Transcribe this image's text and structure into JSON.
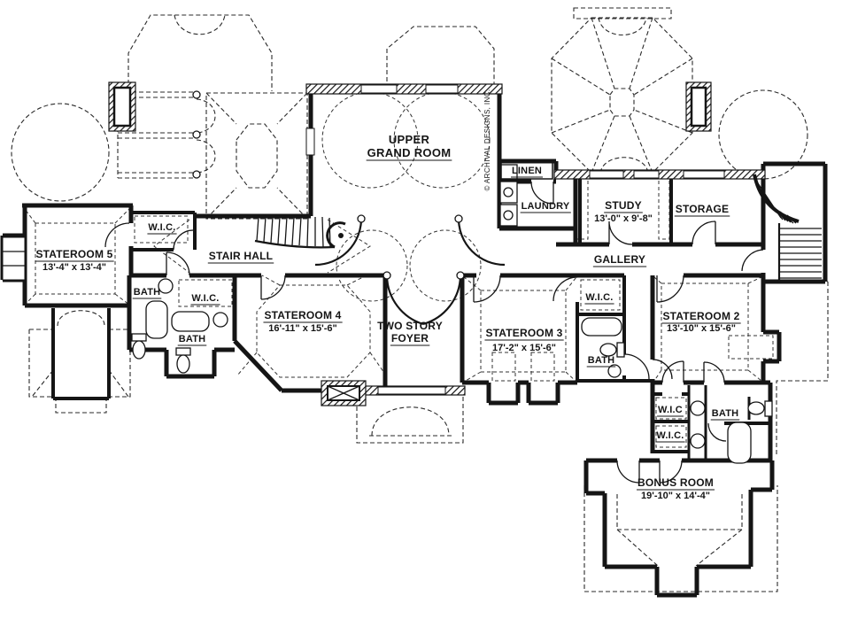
{
  "meta": {
    "copyright": "© ARCHIVAL DESIGNS, INC.",
    "ink_color": "#151515",
    "background_color": "#ffffff"
  },
  "rooms": {
    "grand_room": {
      "line1": "UPPER",
      "line2": "GRAND ROOM"
    },
    "linen": {
      "name": "LINEN"
    },
    "laundry": {
      "name": "LAUNDRY"
    },
    "study": {
      "name": "STUDY",
      "dims": "13'-0\" x 9'-8\""
    },
    "storage": {
      "name": "STORAGE"
    },
    "gallery": {
      "name": "GALLERY"
    },
    "stair_hall": {
      "name": "STAIR HALL"
    },
    "stateroom5": {
      "name": "STATEROOM 5",
      "dims": "13'-4\" x 13'-4\""
    },
    "stateroom4": {
      "name": "STATEROOM 4",
      "dims": "16'-11\" x 15'-6\""
    },
    "stateroom3": {
      "name": "STATEROOM 3",
      "dims": "17'-2\" x 15'-6\""
    },
    "stateroom2": {
      "name": "STATEROOM 2",
      "dims": "13'-10\" x 15'-6\""
    },
    "foyer": {
      "line1": "TWO STORY",
      "line2": "FOYER"
    },
    "bonus": {
      "name": "BONUS ROOM",
      "dims": "19'-10\" x 14'-4\""
    },
    "wic_s5": {
      "name": "W.I.C."
    },
    "bath_s5": {
      "name": "BATH"
    },
    "wic_s4": {
      "name": "W.I.C."
    },
    "bath_s4": {
      "name": "BATH"
    },
    "wic_s3": {
      "name": "W.I.C."
    },
    "bath_s3": {
      "name": "BATH"
    },
    "wic_s2_upper": {
      "name": "W.I.C"
    },
    "bath_s2": {
      "name": "BATH"
    },
    "wic_s2_lower": {
      "name": "W.I.C."
    }
  }
}
